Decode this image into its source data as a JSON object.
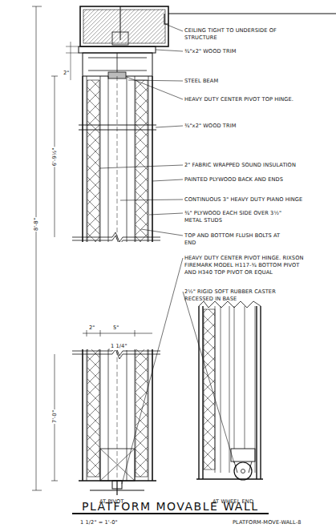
{
  "diagram": {
    "title": "PLATFORM MOVABLE WALL",
    "labels": [
      "CEILING TIGHT TO UNDERSIDE OF STRUCTURE",
      "¾\"x2\" WOOD TRIM",
      "STEEL BEAM",
      "HEAVY DUTY CENTER PIVOT TOP HINGE.",
      "¾\"x2\" WOOD TRIM",
      "2\" FABRIC WRAPPED SOUND INSULATION",
      "PAINTED PLYWOOD BACK AND ENDS",
      "CONTINUOUS 3\" HEAVY DUTY PIANO HINGE",
      "¾\" PLYWOOD EACH SIDE OVER 3½\" METAL STUDS",
      "TOP AND BOTTOM FLUSH BOLTS AT END",
      "HEAVY DUTY CENTER PIVOT HINGE. RIXSON FIREMARK MODEL H117-¾ BOTTOM PIVOT AND H340 TOP PIVOT OR EQUAL",
      "2½\" RIGID SOFT RUBBER CASTER RECESSED IN BASE",
      "8'-8\"",
      "6'-9½\"",
      "7'-0\"",
      "2\"",
      "2\"",
      "5\"",
      "1 1/4\"",
      "AT PIVOT",
      "AT WHEEL END",
      "1 1/2\" = 1'-0\"",
      "PLATFORM-MOVE-WALL-8"
    ]
  }
}
